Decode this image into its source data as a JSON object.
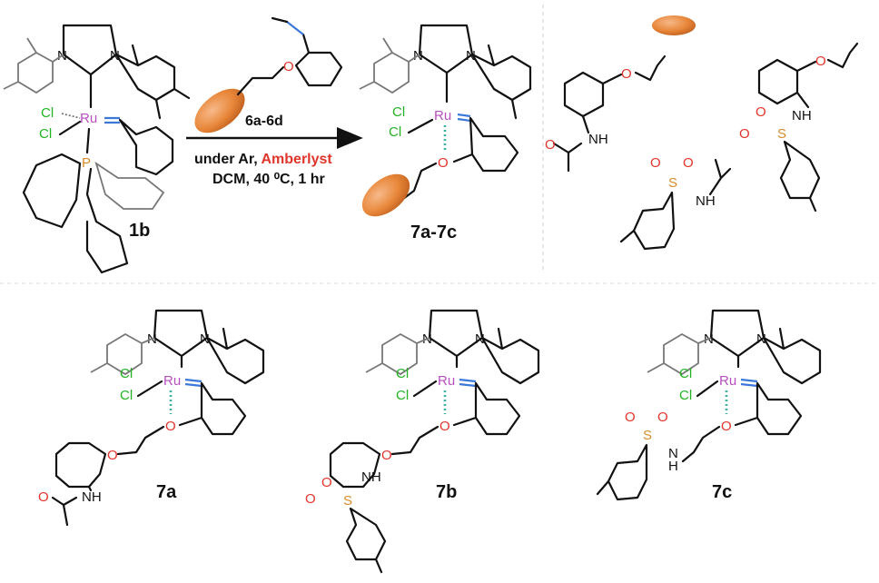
{
  "scheme": {
    "reagent": "6a-6d",
    "conditions_line1_prefix": "under Ar, ",
    "conditions_line1_highlight": "Amberlyst",
    "conditions_line2": "DCM, 40 ⁰C, 1 hr",
    "start_label": "1b",
    "product_label": "7a-7c"
  },
  "compounds": {
    "c7a": "7a",
    "c7b": "7b",
    "c7c": "7c"
  },
  "atoms": {
    "ru": "Ru",
    "cl": "Cl",
    "p": "P",
    "n": "N",
    "o": "O",
    "s": "S",
    "nh": "NH",
    "hn": "H"
  },
  "colors": {
    "ruthenium": "#b84fbf",
    "chlorine": "#22b322",
    "oxygen": "#e0352b",
    "sulfur_phosphorus": "#d98a2a",
    "resin_bead": "#e8873a",
    "amberlyst_text": "#e0352b"
  }
}
